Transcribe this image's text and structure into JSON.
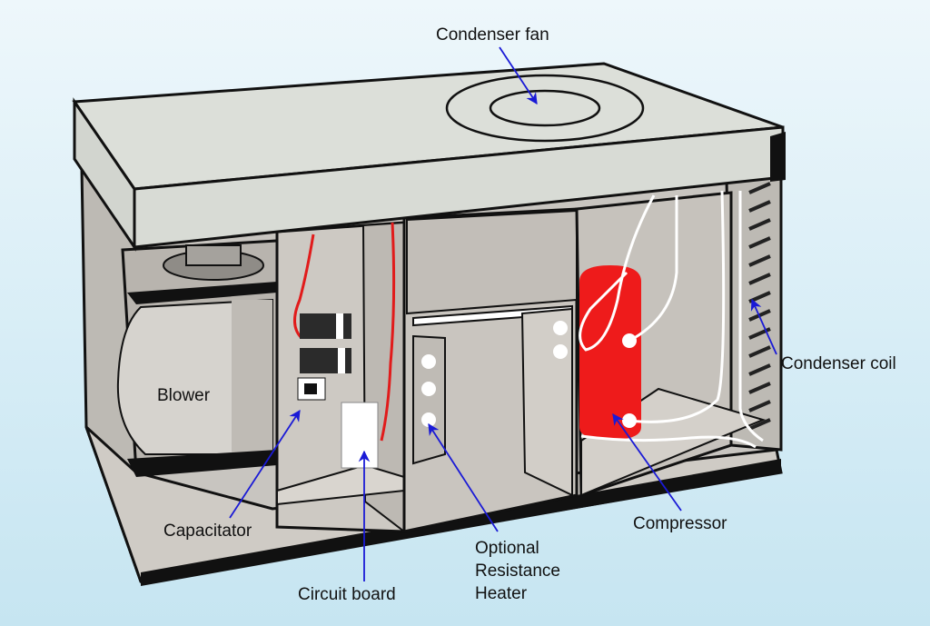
{
  "labels": {
    "condenser_fan": "Condenser fan",
    "blower": "Blower",
    "condenser_coil": "Condenser coil",
    "capacitator": "Capacitator",
    "compressor": "Compressor",
    "circuit_board": "Circuit board",
    "optional_heater_line1": "Optional",
    "optional_heater_line2": "Resistance",
    "optional_heater_line3": "Heater"
  },
  "colors": {
    "cabinet_wall": "#c2bfba",
    "cabinet_wall_dark": "#b3b0aa",
    "top_panel": "#dbdfd8",
    "outline": "#111111",
    "compressor": "#ee1b1b",
    "wire_red": "#e11b1b",
    "pointer_arrow": "#1a1ad6",
    "refrigerant_line": "#ffffff"
  }
}
